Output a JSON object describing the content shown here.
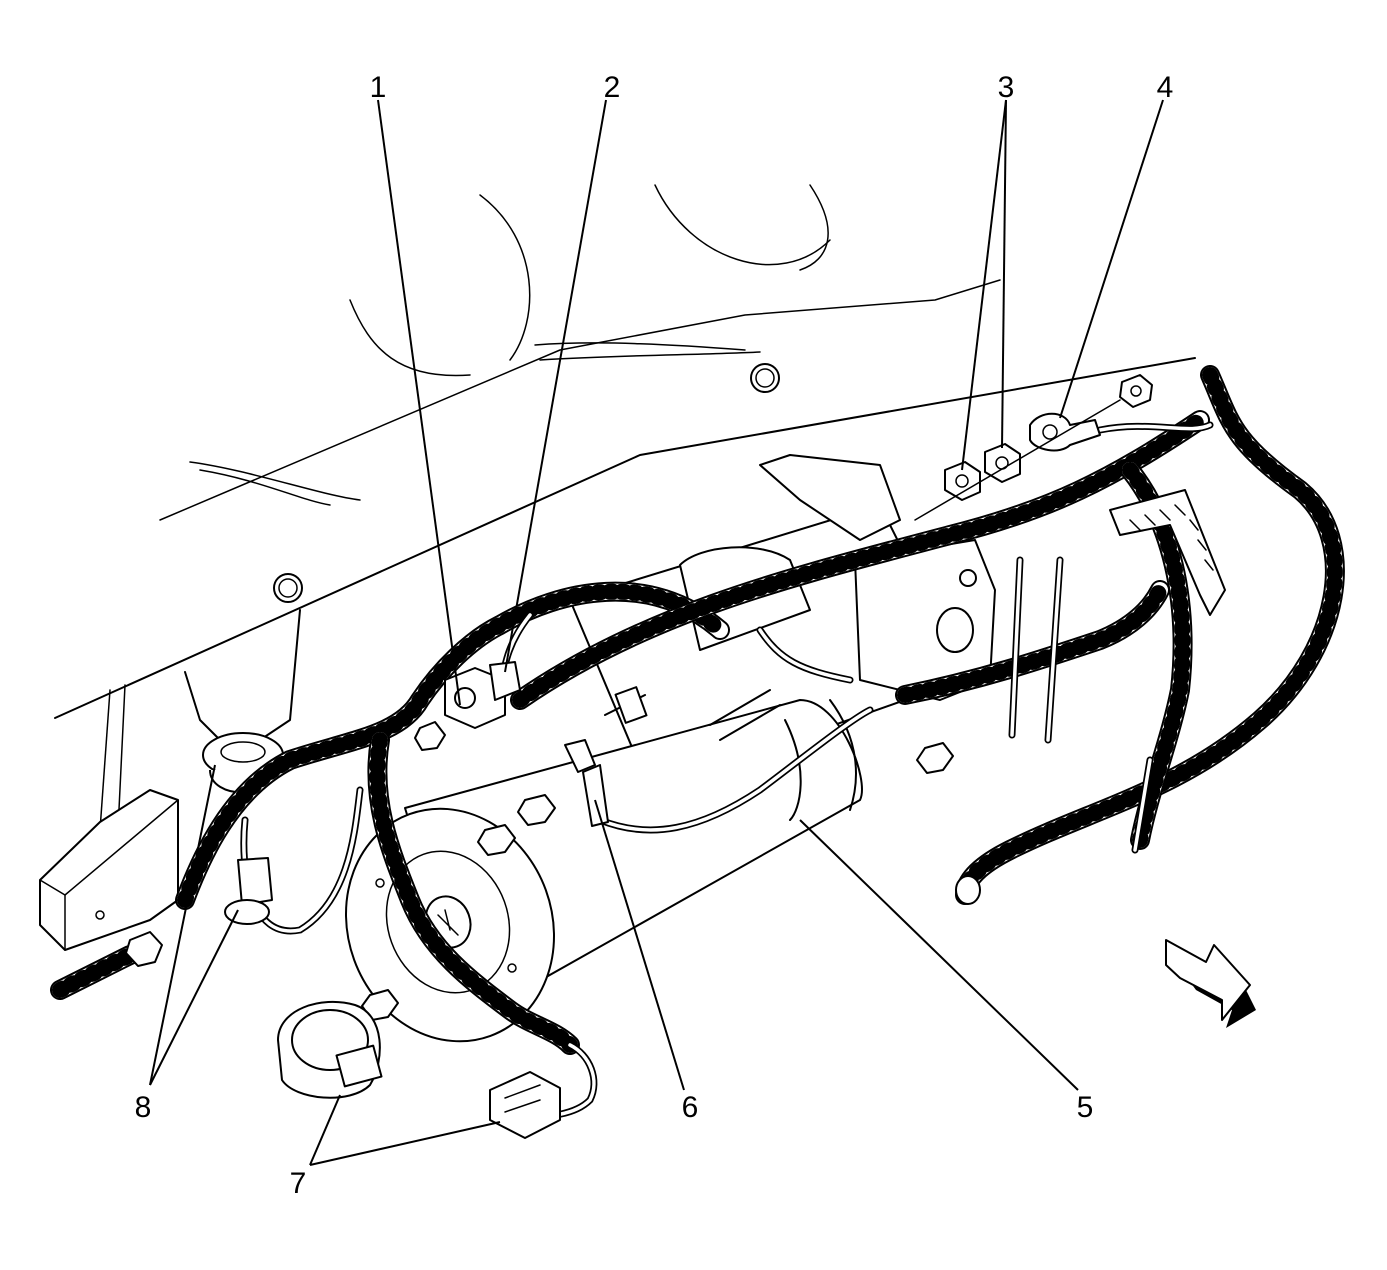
{
  "callouts": [
    {
      "id": "1",
      "label": "1"
    },
    {
      "id": "2",
      "label": "2"
    },
    {
      "id": "3",
      "label": "3"
    },
    {
      "id": "4",
      "label": "4"
    },
    {
      "id": "5",
      "label": "5"
    },
    {
      "id": "6",
      "label": "6"
    },
    {
      "id": "7",
      "label": "7"
    },
    {
      "id": "8",
      "label": "8"
    }
  ],
  "icons": {
    "direction_arrow": "front-direction-arrow-icon"
  }
}
